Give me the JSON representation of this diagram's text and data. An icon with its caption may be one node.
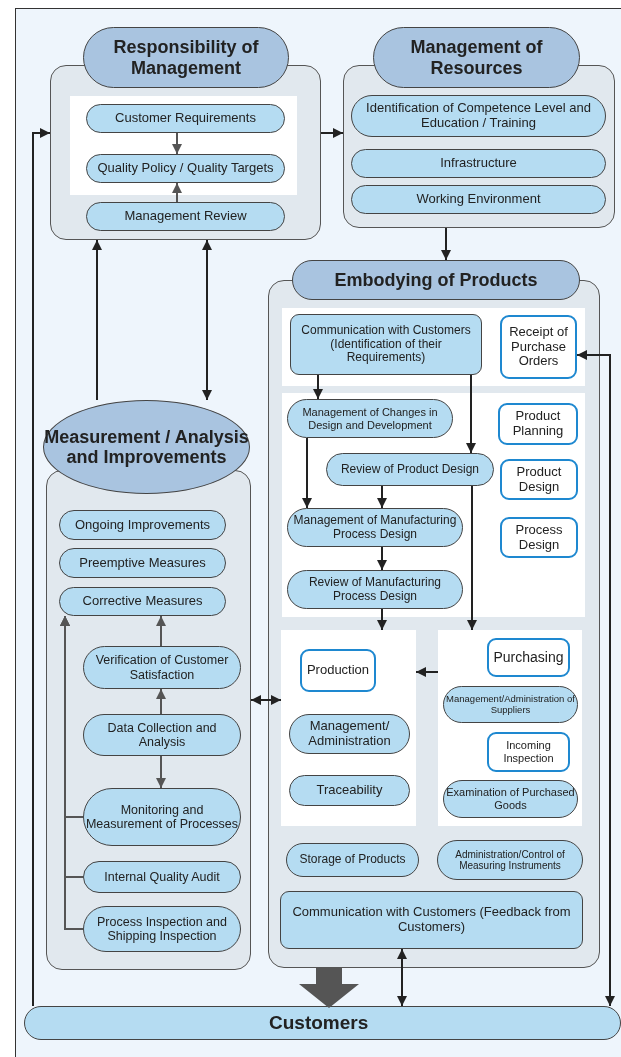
{
  "diagram": {
    "nodes": [
      {
        "text": [
          "Responsibility of Management"
        ]
      },
      {
        "text": [],
        "shape": "box",
        "in": 0
      },
      {
        "text": [
          "Customer Requirements"
        ],
        "in": 1
      },
      {
        "text": [
          "Quality Policy / Quality Targets"
        ],
        "in": 1
      },
      {
        "text": [
          "Management Review"
        ],
        "in": 0
      },
      {
        "text": [
          "Management of Resources"
        ]
      },
      {
        "text": [
          "Identification of Competence Level and Education / Training"
        ],
        "in": 5
      },
      {
        "text": [
          "Infrastructure"
        ],
        "in": 5
      },
      {
        "text": [
          "Working Environment"
        ],
        "in": 5
      },
      {
        "text": [
          "Embodying of Products"
        ]
      },
      {
        "text": [],
        "shape": "box",
        "in": 9
      },
      {
        "text": [
          "Communication with Customers (Identification of their Requirements)"
        ],
        "in": 10
      },
      {
        "text": [
          "Receipt of Purchase Orders"
        ],
        "in": 10
      },
      {
        "text": [],
        "shape": "box",
        "in": 9
      },
      {
        "text": [
          "Management of Changes in Design and Development"
        ],
        "in": 13
      },
      {
        "text": [
          "Product Planning"
        ],
        "in": 13
      },
      {
        "text": [
          "Review of Product Design"
        ],
        "in": 13
      },
      {
        "text": [
          "Product Design"
        ],
        "in": 13
      },
      {
        "text": [
          "Management of Manufacturing Process Design"
        ],
        "in": 13
      },
      {
        "text": [
          "Process Design"
        ],
        "in": 13
      },
      {
        "text": [
          "Review of Manufacturing Process Design"
        ],
        "in": 13
      },
      {
        "text": [],
        "shape": "box",
        "in": 9
      },
      {
        "text": [
          "Production"
        ],
        "in": 21
      },
      {
        "text": [
          "Management/ Administration"
        ],
        "in": 21
      },
      {
        "text": [
          "Traceability"
        ],
        "in": 21
      },
      {
        "text": [],
        "shape": "box",
        "in": 9
      },
      {
        "text": [
          "Purchasing"
        ],
        "in": 25
      },
      {
        "text": [
          "Management/Administration of Suppliers"
        ],
        "in": 25
      },
      {
        "text": [
          "Incoming Inspection"
        ],
        "in": 25
      },
      {
        "text": [
          "Examination of Purchased Goods"
        ],
        "in": 25
      },
      {
        "text": [
          "Storage of Products"
        ],
        "in": 9
      },
      {
        "text": [
          "Administration/Control of Measuring Instruments"
        ],
        "in": 9
      },
      {
        "text": [
          "Communication with Customers (Feedback from Customers)"
        ],
        "in": 9
      },
      {
        "text": [
          "Measurement / Analysis and Improvements"
        ]
      },
      {
        "text": [
          "Ongoing Improvements"
        ],
        "in": 33
      },
      {
        "text": [
          "Preemptive Measures"
        ],
        "in": 33
      },
      {
        "text": [
          "Corrective Measures"
        ],
        "in": 33
      },
      {
        "text": [
          "Verification of Customer Satisfaction"
        ],
        "in": 33
      },
      {
        "text": [
          "Data Collection and Analysis"
        ],
        "in": 33
      },
      {
        "text": [
          "Monitoring and Measurement of Processes"
        ],
        "in": 33
      },
      {
        "text": [
          "Internal Quality Audit"
        ],
        "in": 33
      },
      {
        "text": [
          "Process Inspection and Shipping Inspection"
        ],
        "in": 33
      },
      {
        "text": [
          "Customers"
        ]
      }
    ],
    "edges": [
      {
        "from": 2,
        "to": 3,
        "arrow": "to",
        "color": "#555555"
      },
      {
        "from": 4,
        "to": 3,
        "arrow": "to",
        "color": "#555555"
      },
      {
        "from": 0,
        "to": 5,
        "arrow": "to"
      },
      {
        "from": 5,
        "to": 9,
        "arrow": "to"
      },
      {
        "from": 33,
        "to": 0,
        "arrow": "to"
      },
      {
        "from": 0,
        "to": 33,
        "arrow": "both"
      },
      {
        "from": 11,
        "to": 14,
        "arrow": "to"
      },
      {
        "from": 11,
        "to": 16,
        "arrow": "to"
      },
      {
        "from": 14,
        "to": 18,
        "arrow": "to"
      },
      {
        "from": 16,
        "to": 18,
        "arrow": "to"
      },
      {
        "from": 18,
        "to": 20,
        "arrow": "to"
      },
      {
        "from": 20,
        "to": 21,
        "arrow": "to"
      },
      {
        "from": 16,
        "to": 25,
        "arrow": "to"
      },
      {
        "from": 25,
        "to": 21,
        "arrow": "to"
      },
      {
        "from": 33,
        "to": 21,
        "arrow": "both"
      },
      {
        "from": 37,
        "to": 36,
        "arrow": "to",
        "color": "#555555"
      },
      {
        "from": 38,
        "to": 37,
        "arrow": "to",
        "color": "#555555"
      },
      {
        "from": 38,
        "to": 39,
        "arrow": "to",
        "color": "#555555"
      },
      {
        "from": 39,
        "to": 36,
        "arrow": "to",
        "color": "#555555"
      },
      {
        "from": 40,
        "to": 36,
        "arrow": "to",
        "color": "#555555"
      },
      {
        "from": 41,
        "to": 36,
        "arrow": "to",
        "color": "#555555"
      },
      {
        "from": 32,
        "to": 42,
        "arrow": "both"
      },
      {
        "from": 9,
        "to": 42,
        "arrow": "to",
        "style": "thick",
        "color": "#555555"
      },
      {
        "from": 42,
        "to": 0,
        "arrow": "to"
      },
      {
        "from": 12,
        "to": 42,
        "arrow": "both"
      }
    ]
  }
}
